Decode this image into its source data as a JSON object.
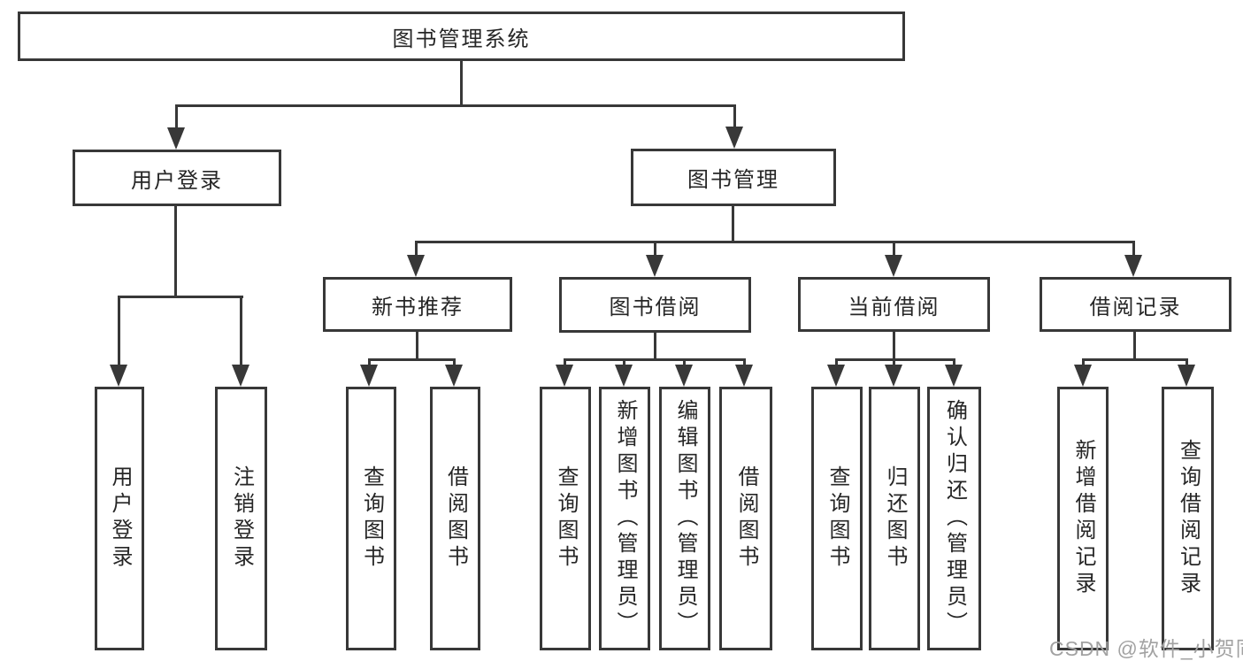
{
  "tree": {
    "label": "图书管理系统",
    "children": [
      {
        "label": "用户登录",
        "children": [
          {
            "label": "用户登录"
          },
          {
            "label": "注销登录"
          }
        ]
      },
      {
        "label": "图书管理",
        "children": [
          {
            "label": "新书推荐",
            "children": [
              {
                "label": "查询图书"
              },
              {
                "label": "借阅图书"
              }
            ]
          },
          {
            "label": "图书借阅",
            "children": [
              {
                "label": "查询图书"
              },
              {
                "label": "新增图书（管理员）"
              },
              {
                "label": "编辑图书（管理员）"
              },
              {
                "label": "借阅图书"
              }
            ]
          },
          {
            "label": "当前借阅",
            "children": [
              {
                "label": "查询图书"
              },
              {
                "label": "归还图书"
              },
              {
                "label": "确认归还（管理员）"
              }
            ]
          },
          {
            "label": "借阅记录",
            "children": [
              {
                "label": "新增借阅记录"
              },
              {
                "label": "查询借阅记录"
              }
            ]
          }
        ]
      }
    ]
  },
  "watermark": "CSDN @软件_小贺同学",
  "colors": {
    "line": "#383838",
    "text": "#262626",
    "watermark": "#a2a2a2",
    "background": "#ffffff"
  }
}
